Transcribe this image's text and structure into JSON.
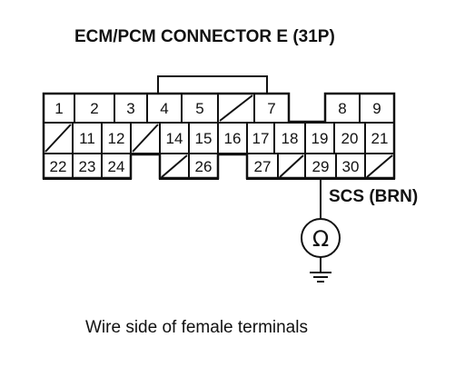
{
  "title": "ECM/PCM CONNECTOR E (31P)",
  "wire_label": "SCS (BRN)",
  "caption": "Wire side of female terminals",
  "icons": [
    "ohmmeter-icon",
    "ground-icon"
  ],
  "terminals": {
    "row1": [
      "1",
      "2",
      "3",
      "4",
      "5",
      "",
      "7",
      "8",
      "9"
    ],
    "row2": [
      "",
      "11",
      "12",
      "",
      "14",
      "15",
      "16",
      "17",
      "18",
      "19",
      "20",
      "21"
    ],
    "row3": [
      "22",
      "23",
      "24",
      "",
      "26",
      "27",
      "",
      "29",
      "30",
      ""
    ]
  },
  "probe_terminal": "29"
}
